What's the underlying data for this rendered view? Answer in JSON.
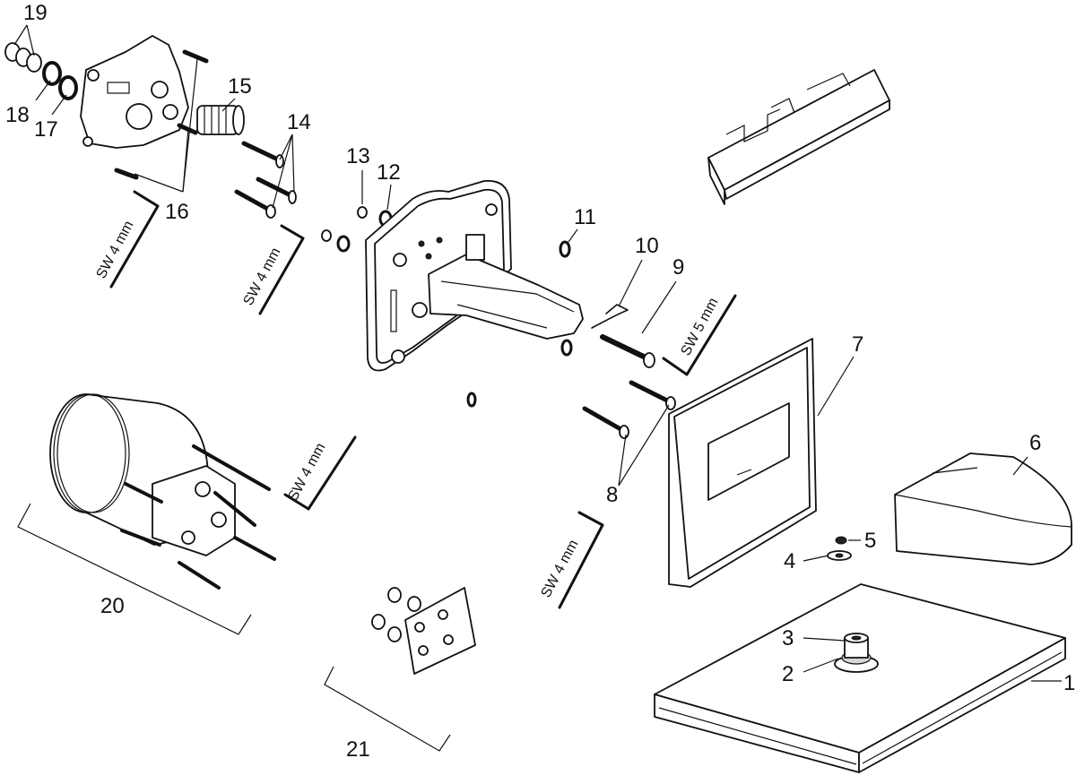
{
  "diagram": {
    "callouts": [
      {
        "id": "1",
        "text": "1"
      },
      {
        "id": "2",
        "text": "2"
      },
      {
        "id": "3",
        "text": "3"
      },
      {
        "id": "4",
        "text": "4"
      },
      {
        "id": "5",
        "text": "5"
      },
      {
        "id": "6",
        "text": "6"
      },
      {
        "id": "7",
        "text": "7"
      },
      {
        "id": "8",
        "text": "8"
      },
      {
        "id": "9",
        "text": "9"
      },
      {
        "id": "10",
        "text": "10"
      },
      {
        "id": "11",
        "text": "11"
      },
      {
        "id": "12",
        "text": "12"
      },
      {
        "id": "13",
        "text": "13"
      },
      {
        "id": "14",
        "text": "14"
      },
      {
        "id": "15",
        "text": "15"
      },
      {
        "id": "16",
        "text": "16"
      },
      {
        "id": "17",
        "text": "17"
      },
      {
        "id": "18",
        "text": "18"
      },
      {
        "id": "19",
        "text": "19"
      },
      {
        "id": "20",
        "text": "20"
      },
      {
        "id": "21",
        "text": "21"
      }
    ],
    "wrenches": [
      {
        "id": "sw4-a",
        "text": "SW 4 mm"
      },
      {
        "id": "sw4-b",
        "text": "SW 4 mm"
      },
      {
        "id": "sw5",
        "text": "SW 5 mm"
      },
      {
        "id": "sw4-c",
        "text": "SW 4 mm"
      },
      {
        "id": "sw4-d",
        "text": "SW 4 mm"
      }
    ]
  }
}
